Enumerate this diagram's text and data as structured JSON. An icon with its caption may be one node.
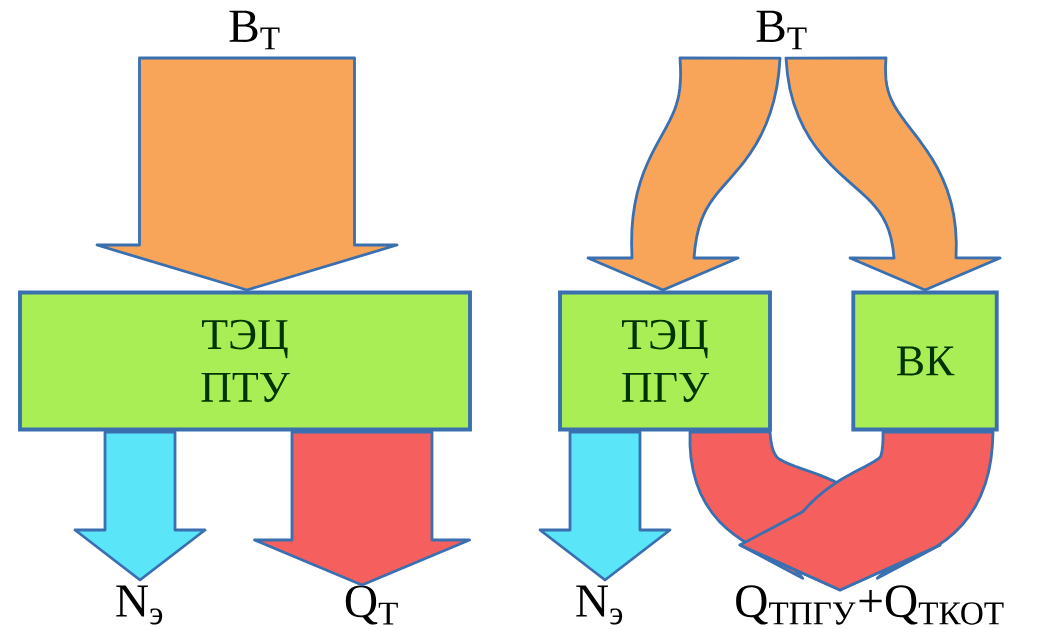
{
  "diagram": {
    "nodes": [
      {
        "text": [
          "В$_{Т}$"
        ]
      },
      {
        "text": [
          "ТЭЦ ПТУ"
        ]
      },
      {
        "text": [
          "N$_{э}$"
        ]
      },
      {
        "text": [
          "Q$_{Т}$"
        ]
      },
      {
        "text": [
          "В$_{Т}$"
        ]
      },
      {
        "text": [
          "ТЭЦ ПГУ"
        ]
      },
      {
        "text": [
          "ВК"
        ]
      },
      {
        "text": [
          "N$_{э}$"
        ]
      },
      {
        "text": [
          "Q$_{ТПГУ}$+Q$_{ТКОТ}$"
        ]
      }
    ],
    "edges": [
      {
        "from": 0,
        "to": 1,
        "arrow": "to",
        "color": "#f8a55a"
      },
      {
        "from": 1,
        "to": 2,
        "arrow": "to",
        "color": "#5ae6f8"
      },
      {
        "from": 1,
        "to": 3,
        "arrow": "to",
        "color": "#f5605f"
      },
      {
        "from": 4,
        "to": 5,
        "arrow": "to",
        "color": "#f8a55a"
      },
      {
        "from": 4,
        "to": 6,
        "arrow": "to",
        "color": "#f8a55a"
      },
      {
        "from": 5,
        "to": 7,
        "arrow": "to",
        "color": "#5ae6f8"
      },
      {
        "from": 5,
        "to": 8,
        "arrow": "to",
        "color": "#f5605f"
      },
      {
        "from": 6,
        "to": 8,
        "arrow": "to",
        "color": "#f5605f"
      }
    ]
  }
}
